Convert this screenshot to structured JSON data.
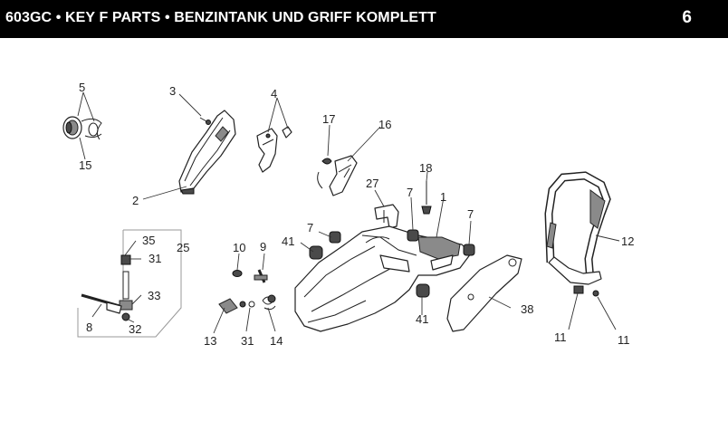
{
  "header": {
    "title": "603GC • KEY F PARTS • BENZINTANK UND GRIFF KOMPLETT",
    "page_number": "6"
  },
  "callouts": [
    "5",
    "15",
    "3",
    "2",
    "4",
    "17",
    "16",
    "18",
    "27",
    "7",
    "1",
    "7",
    "7",
    "12",
    "35",
    "31",
    "25",
    "10",
    "9",
    "41",
    "33",
    "8",
    "32",
    "13",
    "31",
    "14",
    "41",
    "38",
    "11",
    "11"
  ]
}
